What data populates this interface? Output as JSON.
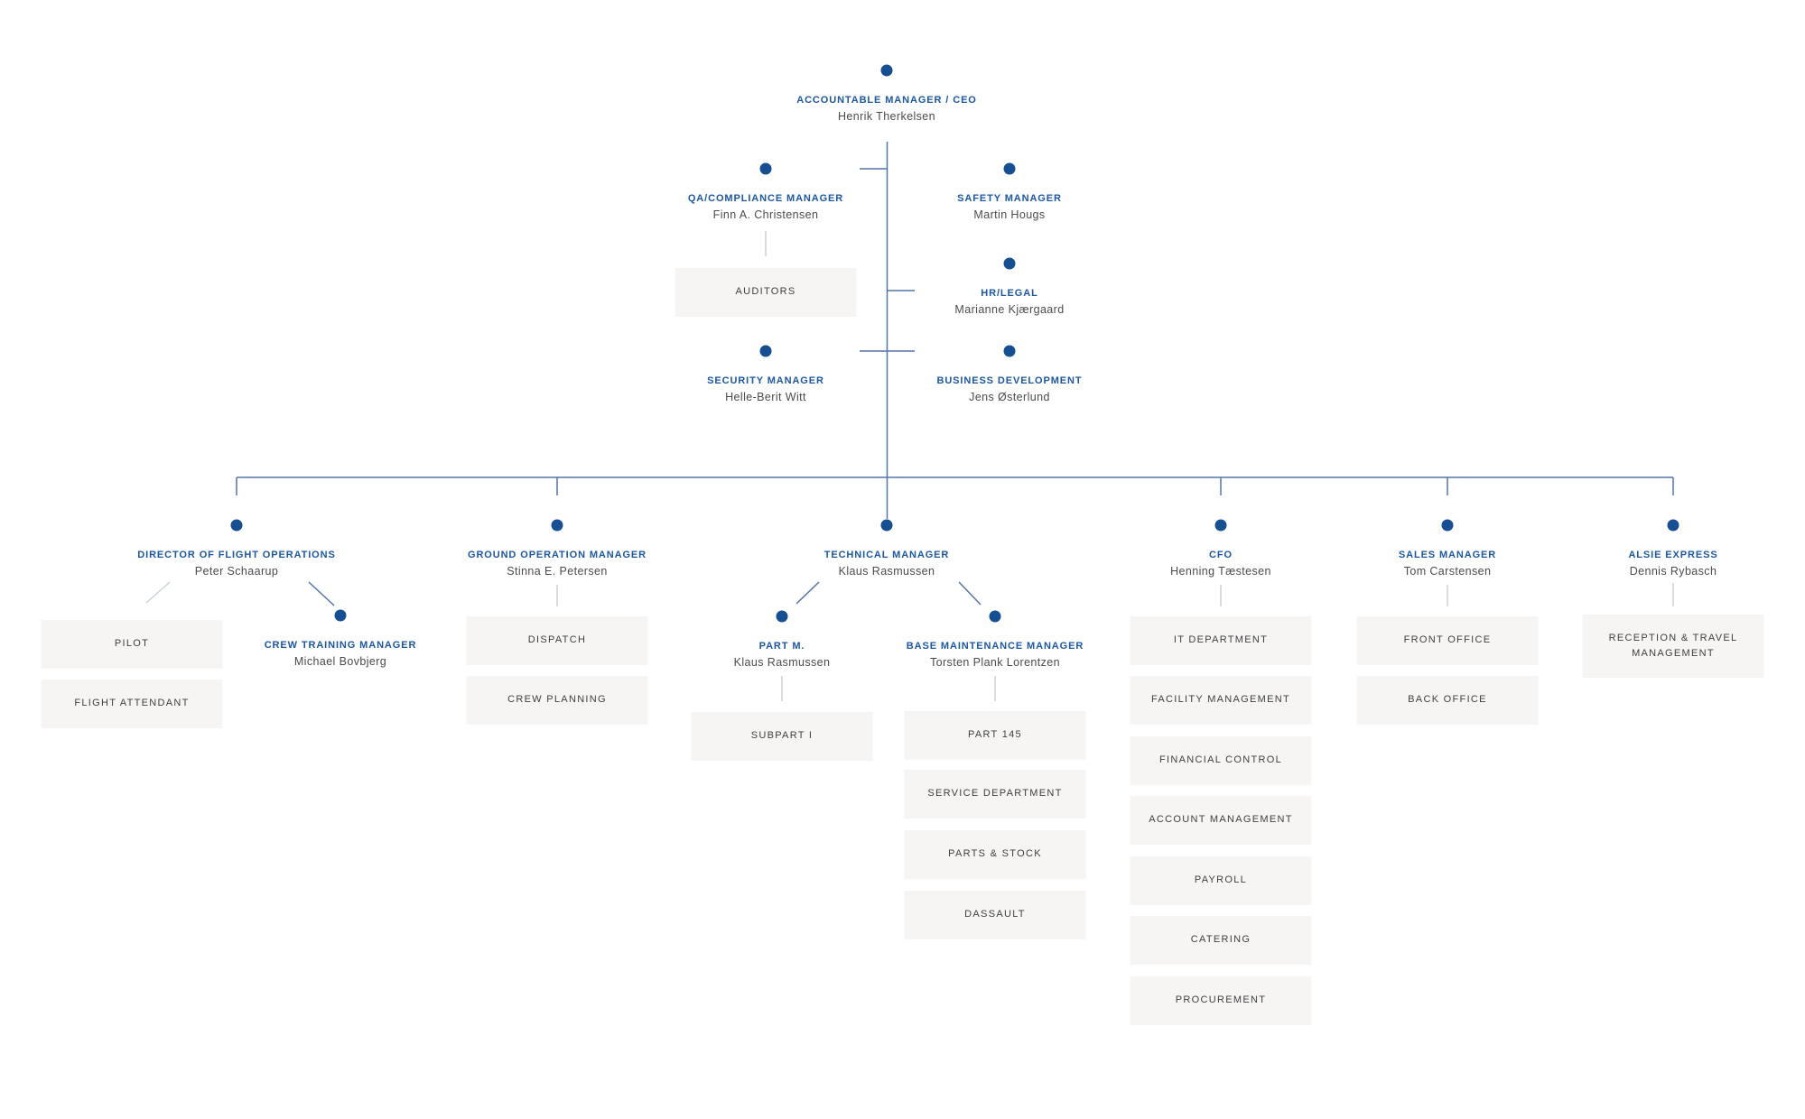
{
  "colors": {
    "node_dot_blue": "#164f92",
    "title_blue": "#1c57a0",
    "connector_blue": "#5474a8",
    "connector_gray": "#dcdcdc",
    "connector_light": "#c9d2dd",
    "box_background": "#f6f5f4",
    "box_text": "#3f3f3f",
    "name_text": "#4b4b4b"
  },
  "nodes": {
    "ceo": {
      "title": "ACCOUNTABLE MANAGER / CEO",
      "name": "Henrik Therkelsen"
    },
    "qa": {
      "title": "QA/COMPLIANCE MANAGER",
      "name": "Finn A. Christensen"
    },
    "safety": {
      "title": "SAFETY MANAGER",
      "name": "Martin Hougs"
    },
    "hr": {
      "title": "HR/LEGAL",
      "name": "Marianne Kjærgaard"
    },
    "security": {
      "title": "SECURITY MANAGER",
      "name": "Helle-Berit Witt"
    },
    "bizdev": {
      "title": "BUSINESS DEVELOPMENT",
      "name": "Jens Østerlund"
    },
    "dfo": {
      "title": "DIRECTOR OF FLIGHT OPERATIONS",
      "name": "Peter Schaarup"
    },
    "crew_training": {
      "title": "CREW TRAINING MANAGER",
      "name": "Michael Bovbjerg"
    },
    "ground": {
      "title": "GROUND OPERATION MANAGER",
      "name": "Stinna E. Petersen"
    },
    "technical": {
      "title": "TECHNICAL MANAGER",
      "name": "Klaus Rasmussen"
    },
    "part_m": {
      "title": "PART M.",
      "name": "Klaus Rasmussen"
    },
    "base_maintenance": {
      "title": "BASE MAINTENANCE MANAGER",
      "name": "Torsten Plank Lorentzen"
    },
    "cfo": {
      "title": "CFO",
      "name": "Henning Tæstesen"
    },
    "sales": {
      "title": "SALES MANAGER",
      "name": "Tom Carstensen"
    },
    "alsie": {
      "title": "ALSIE EXPRESS",
      "name": "Dennis Rybasch"
    }
  },
  "boxes": {
    "auditors": "AUDITORS",
    "pilot": "PILOT",
    "flight_attendant": "FLIGHT ATTENDANT",
    "dispatch": "DISPATCH",
    "crew_planning": "CREW PLANNING",
    "subpart_i": "SUBPART I",
    "part_145": "PART 145",
    "service_department": "SERVICE DEPARTMENT",
    "parts_stock": "PARTS & STOCK",
    "dassault": "DASSAULT",
    "it_department": "IT DEPARTMENT",
    "facility_management": "FACILITY MANAGEMENT",
    "financial_control": "FINANCIAL CONTROL",
    "account_management": "ACCOUNT MANAGEMENT",
    "payroll": "PAYROLL",
    "catering": "CATERING",
    "procurement": "PROCUREMENT",
    "front_office": "FRONT OFFICE",
    "back_office": "BACK OFFICE",
    "reception_travel": "RECEPTION & TRAVEL MANAGEMENT"
  }
}
